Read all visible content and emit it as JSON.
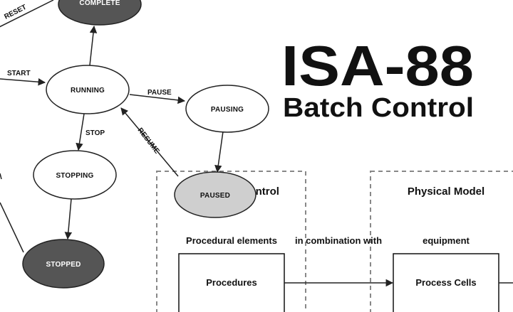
{
  "title": {
    "main": "ISA-88",
    "sub": "Batch Control"
  },
  "states": {
    "complete": "COMPLETE",
    "running": "RUNNING",
    "pausing": "PAUSING",
    "stopping": "STOPPING",
    "paused": "PAUSED",
    "stopped": "STOPPED"
  },
  "transitions": {
    "reset": "RESET",
    "start": "START",
    "pause": "PAUSE",
    "stop": "STOP",
    "resume": "RESUME"
  },
  "procedural_panel": {
    "title": "Procedural Control",
    "subtitle": "Procedural elements",
    "box": "Procedures"
  },
  "connector_label": "in combination with",
  "physical_panel": {
    "title": "Physical Model",
    "subtitle": "equipment",
    "box": "Process Cells"
  },
  "colors": {
    "dark_state": "#555555",
    "paused_state": "#cfcfcf",
    "line": "#222222",
    "dash": "#888888"
  }
}
